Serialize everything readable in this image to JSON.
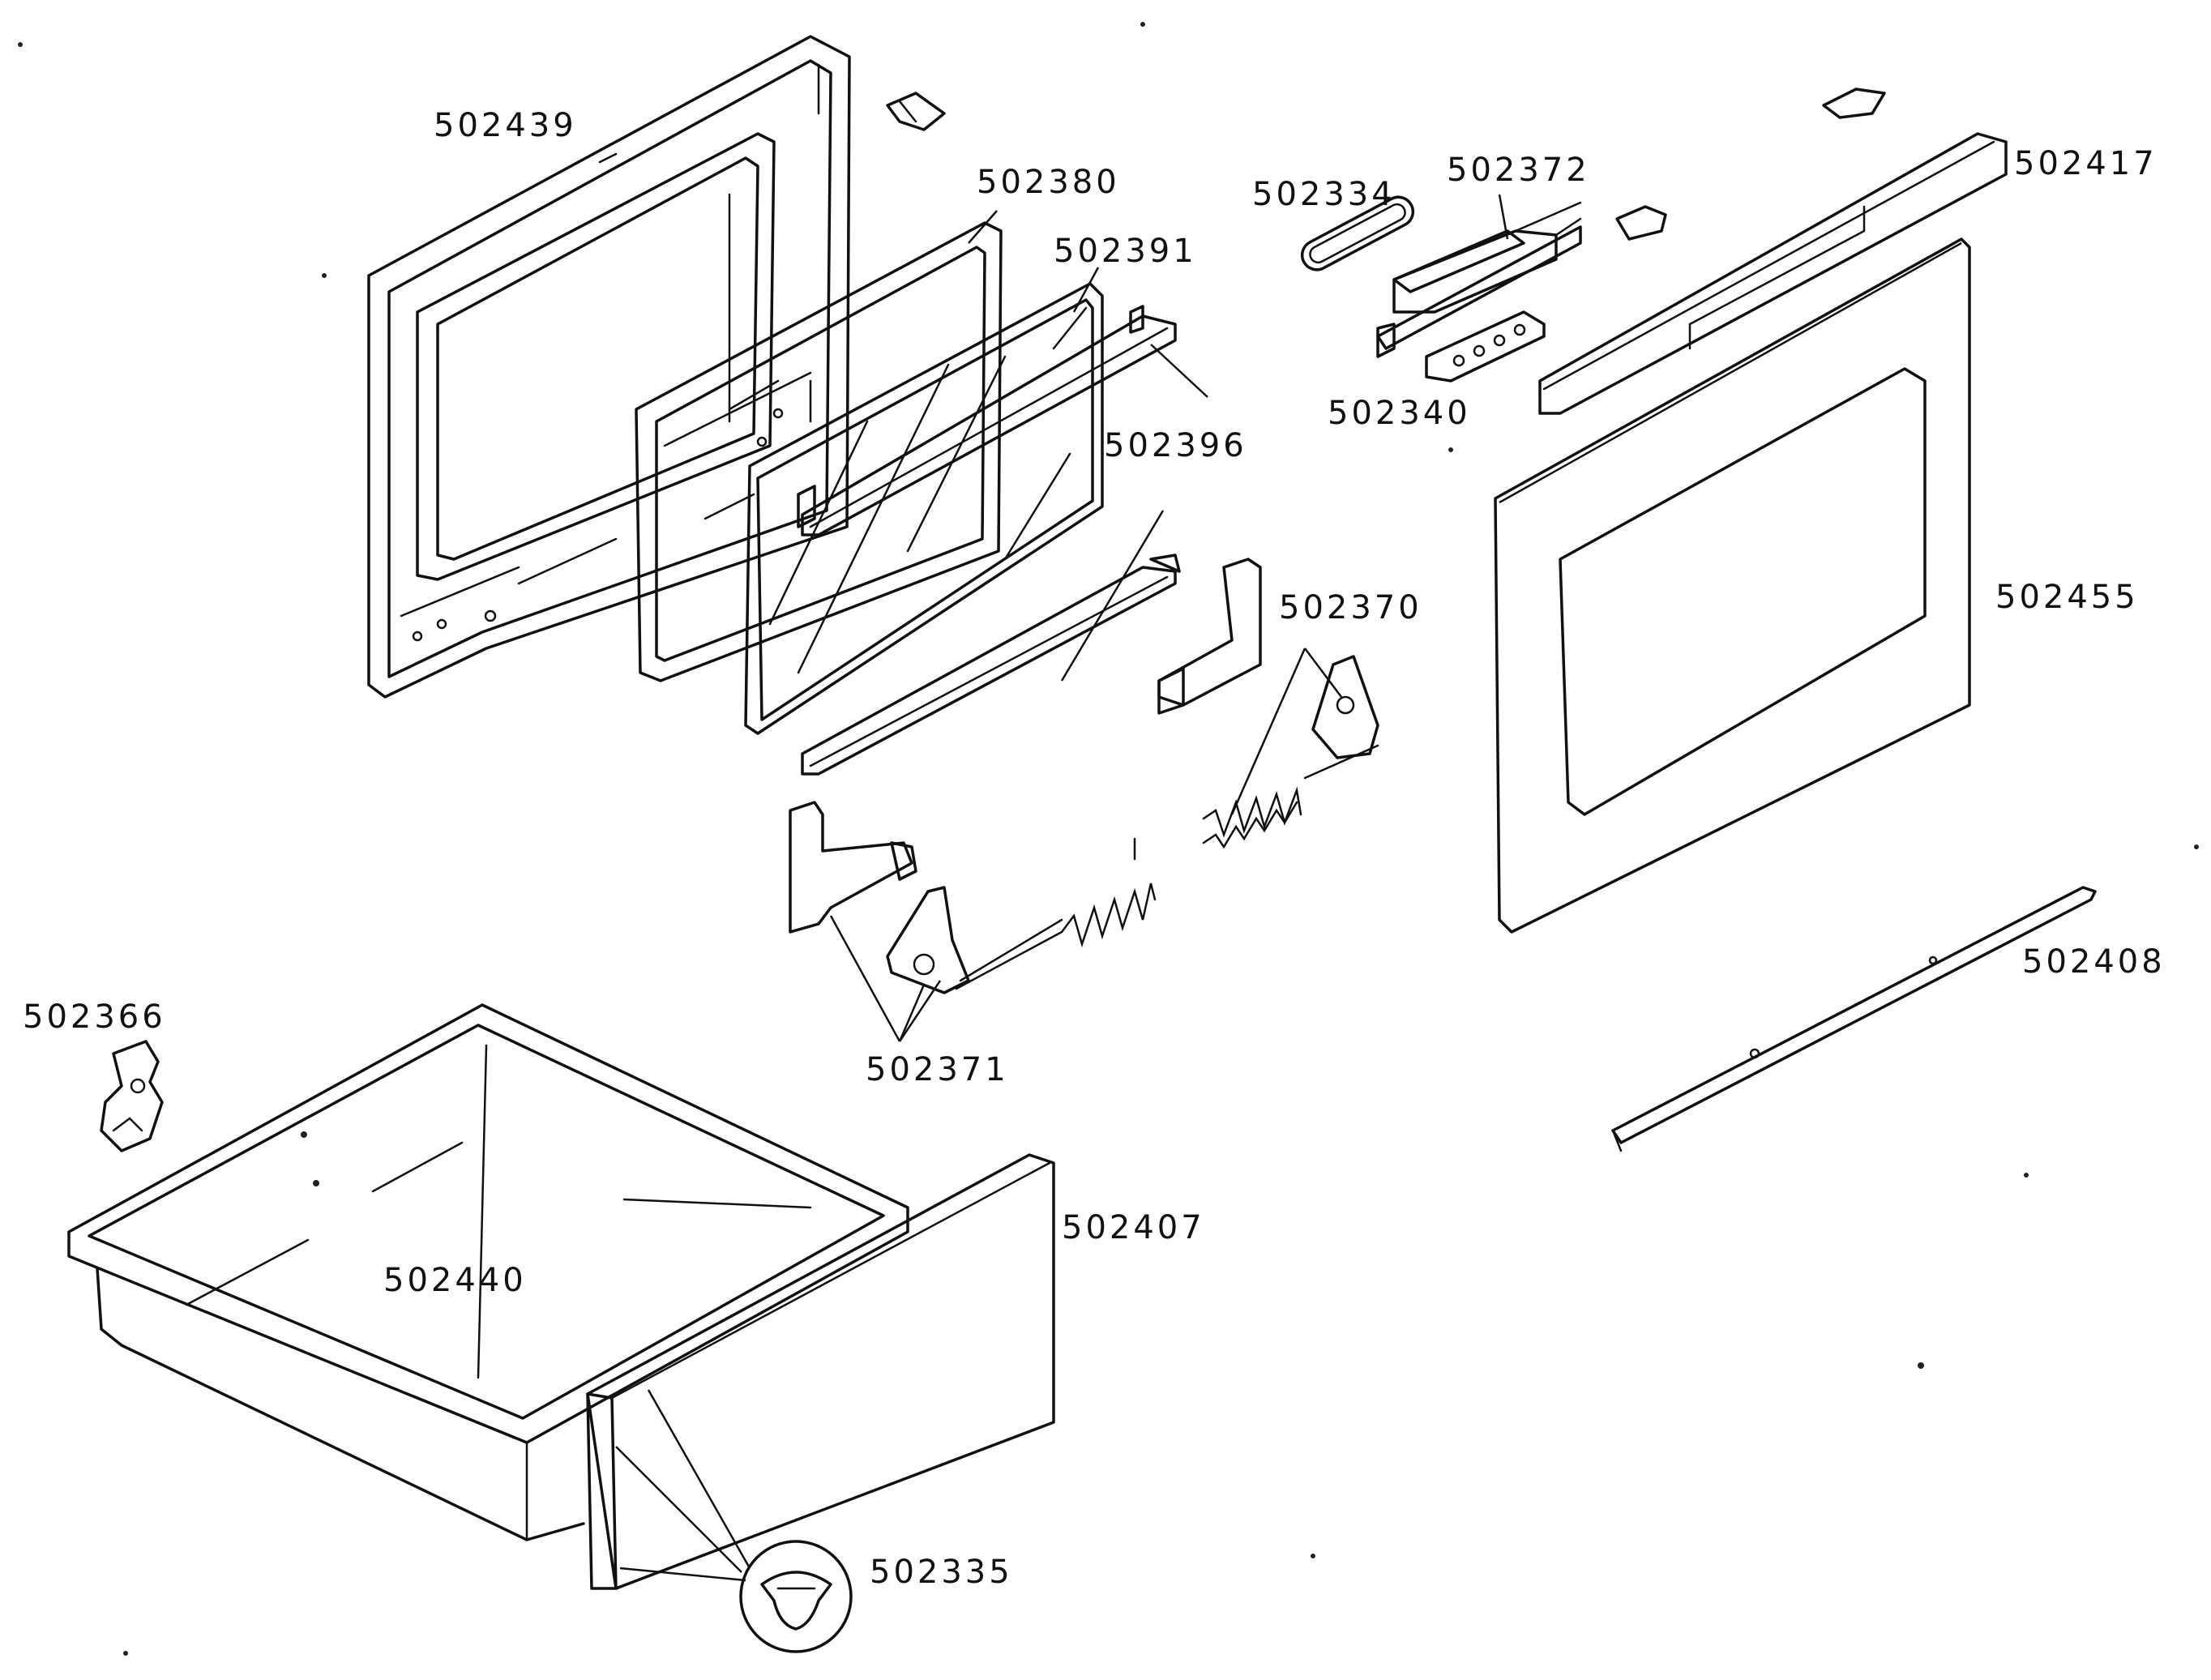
{
  "labels": {
    "p502439": "502439",
    "p502380": "502380",
    "p502391": "502391",
    "p502334": "502334",
    "p502372": "502372",
    "p502417": "502417",
    "p502340": "502340",
    "p502396": "502396",
    "p502370": "502370",
    "p502455": "502455",
    "p502408": "502408",
    "p502366": "502366",
    "p502371": "502371",
    "p502407": "502407",
    "p502440": "502440",
    "p502335": "502335"
  }
}
